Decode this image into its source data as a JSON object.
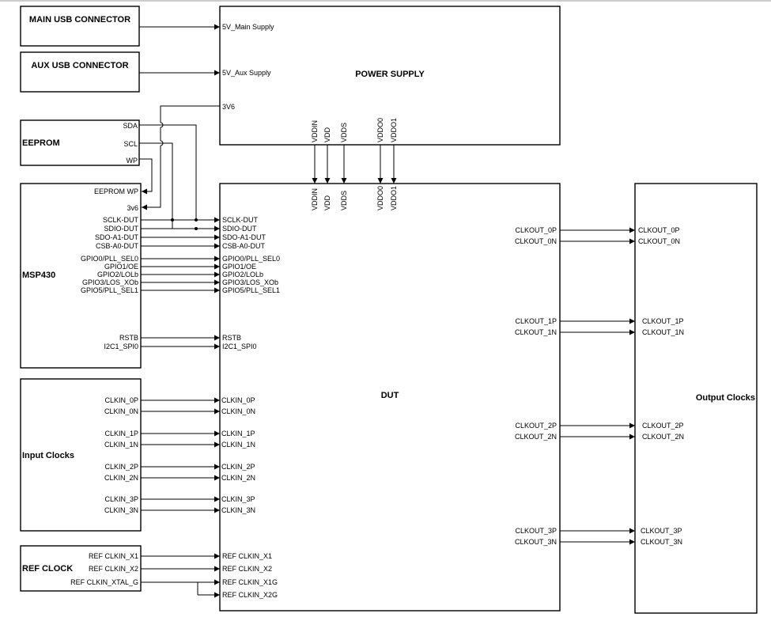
{
  "blocks": {
    "main_usb": "MAIN USB CONNECTOR",
    "aux_usb": "AUX USB CONNECTOR",
    "eeprom": "EEPROM",
    "msp430": "MSP430",
    "input_clocks": "Input Clocks",
    "ref_clock": "REF CLOCK",
    "power_supply": "POWER SUPPLY",
    "dut": "DUT",
    "output_clocks": "Output Clocks"
  },
  "power_pins": {
    "main_supply": "5V_Main Supply",
    "aux_supply": "5V_Aux Supply",
    "v36": "3V6"
  },
  "eeprom_pins": [
    "SDA",
    "SCL",
    "WP"
  ],
  "msp_pins": {
    "eeprom_wp": "EEPROM WP",
    "v36": "3v6",
    "signals": [
      "SCLK-DUT",
      "SDIO-DUT",
      "SDO-A1-DUT",
      "CSB-A0-DUT",
      "GPIO0/PLL_SEL0",
      "GPIO1/OE",
      "GPIO2/LOLb",
      "GPIO3/LOS_XOb",
      "GPIO5/PLL_SEL1",
      "RSTB",
      "I2C1_SPI0"
    ]
  },
  "dut_inputs": [
    "SCLK-DUT",
    "SDIO-DUT",
    "SDO-A1-DUT",
    "CSB-A0-DUT",
    "GPIO0/PLL_SEL0",
    "GPIO1/OE",
    "GPIO2/LOLb",
    "GPIO3/LOS_XOb",
    "GPIO5/PLL_SEL1",
    "RSTB",
    "I2C1_SPI0"
  ],
  "rails": [
    "VDDIN",
    "VDD",
    "VDDS",
    "VDDO0",
    "VDDO1"
  ],
  "clkin": [
    "CLKIN_0P",
    "CLKIN_0N",
    "CLKIN_1P",
    "CLKIN_1N",
    "CLKIN_2P",
    "CLKIN_2N",
    "CLKIN_3P",
    "CLKIN_3N"
  ],
  "ref_src": [
    "REF CLKIN_X1",
    "REF CLKIN_X2",
    "REF CLKIN_XTAL_G"
  ],
  "ref_dut": [
    "REF CLKIN_X1",
    "REF CLKIN_X2",
    "REF CLKIN_X1G",
    "REF CLKIN_X2G"
  ],
  "clkout": [
    "CLKOUT_0P",
    "CLKOUT_0N",
    "CLKOUT_1P",
    "CLKOUT_1N",
    "CLKOUT_2P",
    "CLKOUT_2N",
    "CLKOUT_3P",
    "CLKOUT_3N"
  ]
}
